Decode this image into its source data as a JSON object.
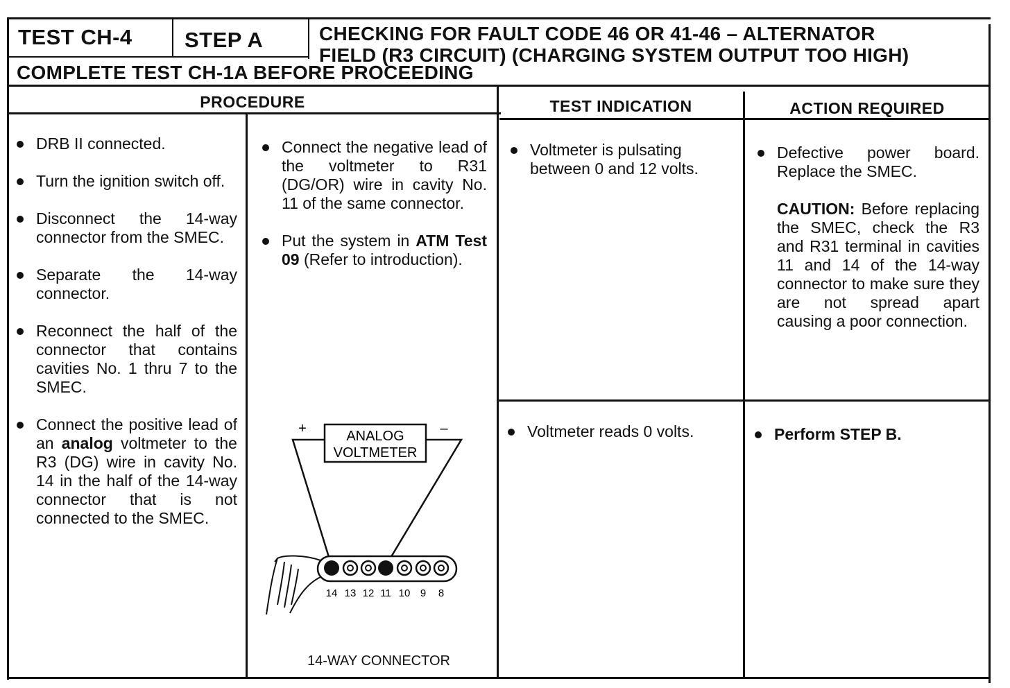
{
  "header": {
    "test_id": "TEST CH-4",
    "step": "STEP A",
    "title_line1": "CHECKING FOR FAULT CODE 46 OR 41-46 – ALTERNATOR",
    "title_line2": "FIELD (R3 CIRCUIT) (CHARGING SYSTEM OUTPUT TOO HIGH)",
    "prerequisite": "COMPLETE TEST CH-1A BEFORE PROCEEDING"
  },
  "columns": {
    "procedure": "PROCEDURE",
    "test_indication": "TEST INDICATION",
    "action_required": "ACTION REQUIRED"
  },
  "procedure_left": [
    {
      "text": "DRB II connected."
    },
    {
      "text": "Turn the ignition switch off."
    },
    {
      "text": "Disconnect the 14-way connector from the SMEC."
    },
    {
      "text": "Separate the 14-way connector."
    },
    {
      "text": "Reconnect the half of the connector that contains cavities No. 1 thru 7 to the SMEC."
    },
    {
      "pre": "Connect the positive lead of an ",
      "bold": "analog",
      "post": " voltmeter to the R3 (DG) wire in cavity No. 14 in the half of the 14-way connector that is not connected to the SMEC."
    }
  ],
  "procedure_right": [
    {
      "pre": "Connect the negative lead of the voltmeter to R31 (DG/OR) wire in cavity No. 11 of the same connector.",
      "bold": "",
      "post": ""
    },
    {
      "pre": "Put the system in ",
      "bold": "ATM Test 09",
      "post": " (Refer to introduction)."
    }
  ],
  "diagram": {
    "meter_line1": "ANALOG",
    "meter_line2": "VOLTMETER",
    "plus": "+",
    "minus": "–",
    "cavity_numbers": [
      "14",
      "13",
      "12",
      "11",
      "10",
      "9",
      "8"
    ],
    "caption": "14-WAY CONNECTOR"
  },
  "rows": [
    {
      "indication": "Voltmeter is pulsating between 0 and 12 volts.",
      "action": "Defective power board. Replace the SMEC.",
      "caution_label": "CAUTION:",
      "caution_text": " Before replacing the SMEC, check the R3 and R31 terminal in cavities 11 and 14 of the 14-way connector to make sure they are not spread apart causing a poor connection."
    },
    {
      "indication": "Voltmeter reads 0 volts.",
      "action": "Perform STEP B."
    }
  ]
}
